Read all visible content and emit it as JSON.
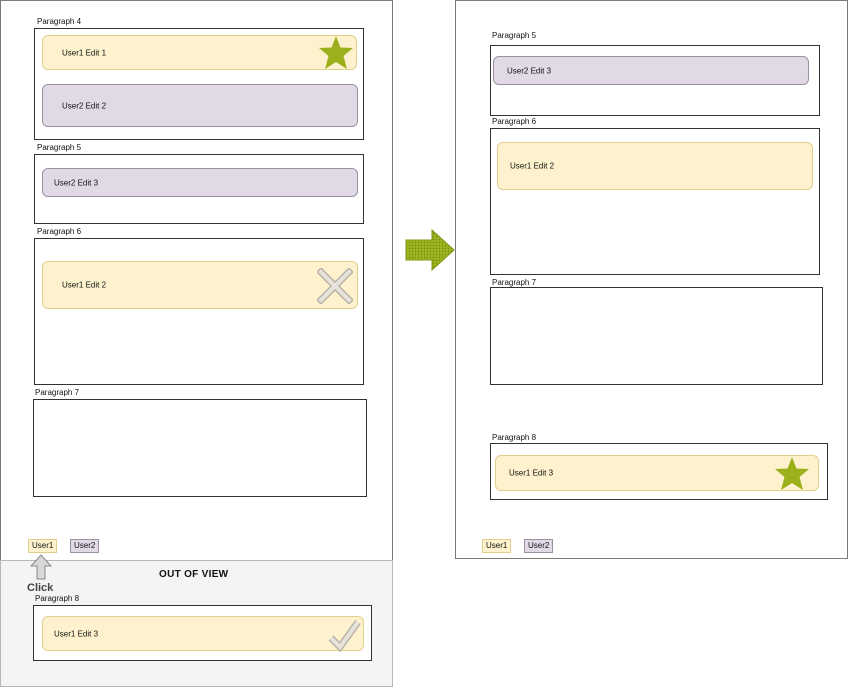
{
  "left_page": {
    "paragraphs": [
      {
        "label": "Paragraph 4",
        "edits": [
          "User1 Edit 1",
          "User2 Edit 2"
        ]
      },
      {
        "label": "Paragraph 5",
        "edits": [
          "User2 Edit 3"
        ]
      },
      {
        "label": "Paragraph 6",
        "edits": [
          "User1 Edit 2"
        ]
      },
      {
        "label": "Paragraph 7",
        "edits": []
      }
    ],
    "user_chips": [
      "User1",
      "User2"
    ],
    "click_label": "Click"
  },
  "out_of_view": {
    "title": "OUT OF VIEW",
    "paragraph": {
      "label": "Paragraph 8",
      "edits": [
        "User1 Edit 3"
      ]
    }
  },
  "right_page": {
    "paragraphs": [
      {
        "label": "Paragraph 5",
        "edits": [
          "User2 Edit 3"
        ]
      },
      {
        "label": "Paragraph 6",
        "edits": [
          "User1 Edit 2"
        ]
      },
      {
        "label": "Paragraph 7",
        "edits": []
      },
      {
        "label": "Paragraph 8",
        "edits": [
          "User1 Edit 3"
        ]
      }
    ],
    "user_chips": [
      "User1",
      "User2"
    ]
  },
  "colors": {
    "user1": "#fdf2cd",
    "user2": "#e1dae6",
    "star": "#9cb01c",
    "arrow": "#8aa81a"
  },
  "icons": {
    "accepted": "star-icon",
    "rejected": "cross-icon",
    "approved": "checkmark-icon",
    "transition": "right-arrow-icon",
    "click": "up-arrow-icon"
  }
}
